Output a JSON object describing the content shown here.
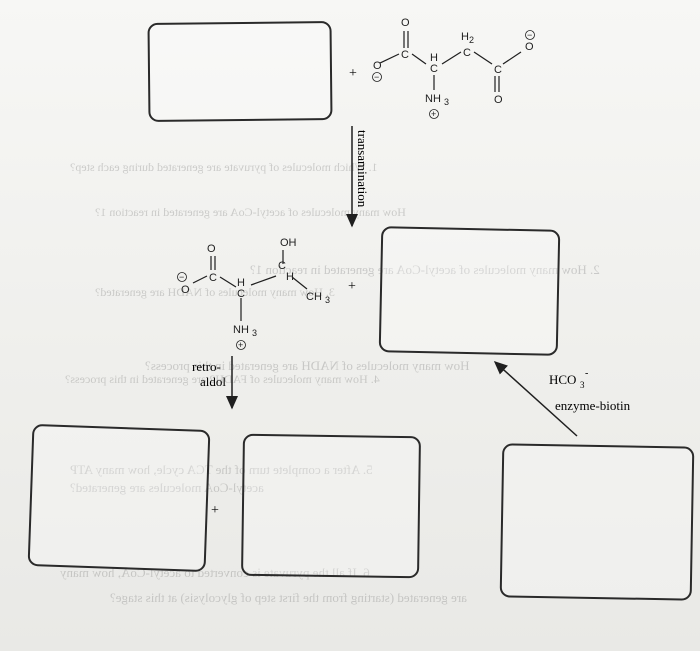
{
  "reaction_labels": {
    "transamination": "transamination",
    "retro_aldol_line1": "retro-",
    "retro_aldol_line2": "aldol",
    "bicarbonate": "HCO",
    "bicarbonate_sub": "3",
    "bicarbonate_sup": "-",
    "enzyme": "enzyme-biotin"
  },
  "operators": {
    "plus_top": "+",
    "plus_middle": "+",
    "plus_bottom": "+"
  },
  "aspartate_atoms": {
    "o_minus_left": "O",
    "o_top_left": "O",
    "c_carboxyl_left": "C",
    "c_alpha": "C",
    "h_alpha": "H",
    "h2": "H",
    "h2_sub": "2",
    "c_beta": "C",
    "c_carboxyl_right": "C",
    "o_top_right": "O",
    "o_bottom_right": "O",
    "nh3": "NH",
    "nh3_sub": "3",
    "plus_charge": "+",
    "minus_charge": "−"
  },
  "threonine_atoms": {
    "o_top": "O",
    "o_minus": "O",
    "c_carboxyl": "C",
    "c_alpha": "C",
    "h_alpha": "H",
    "c_beta": "C",
    "h_beta": "H",
    "oh": "OH",
    "ch3": "CH",
    "ch3_sub": "3",
    "nh3": "NH",
    "nh3_sub": "3",
    "plus_charge": "+",
    "minus_charge": "−"
  },
  "bleed_through_text": [
    "1. Which molecules of pyruvate are generated during each step?",
    "How many molecules of acetyl-CoA are generated in reaction 1?",
    "2. How many molecules of acetyl-CoA are generated in reaction 1?",
    "3. How many molecules of NADH are generated?",
    "How many molecules of NADH are generated in this process?",
    "4. How many molecules of FADH2 are generated in this process?",
    "5. After a complete turn of the TCA cycle, how many ATP",
    "acetyl-CoA molecules are generated?",
    "6. If all the pyruvate is converted to acetyl-CoA, how many",
    "are generated (starting from the first step of glycolysis) at this stage?"
  ]
}
